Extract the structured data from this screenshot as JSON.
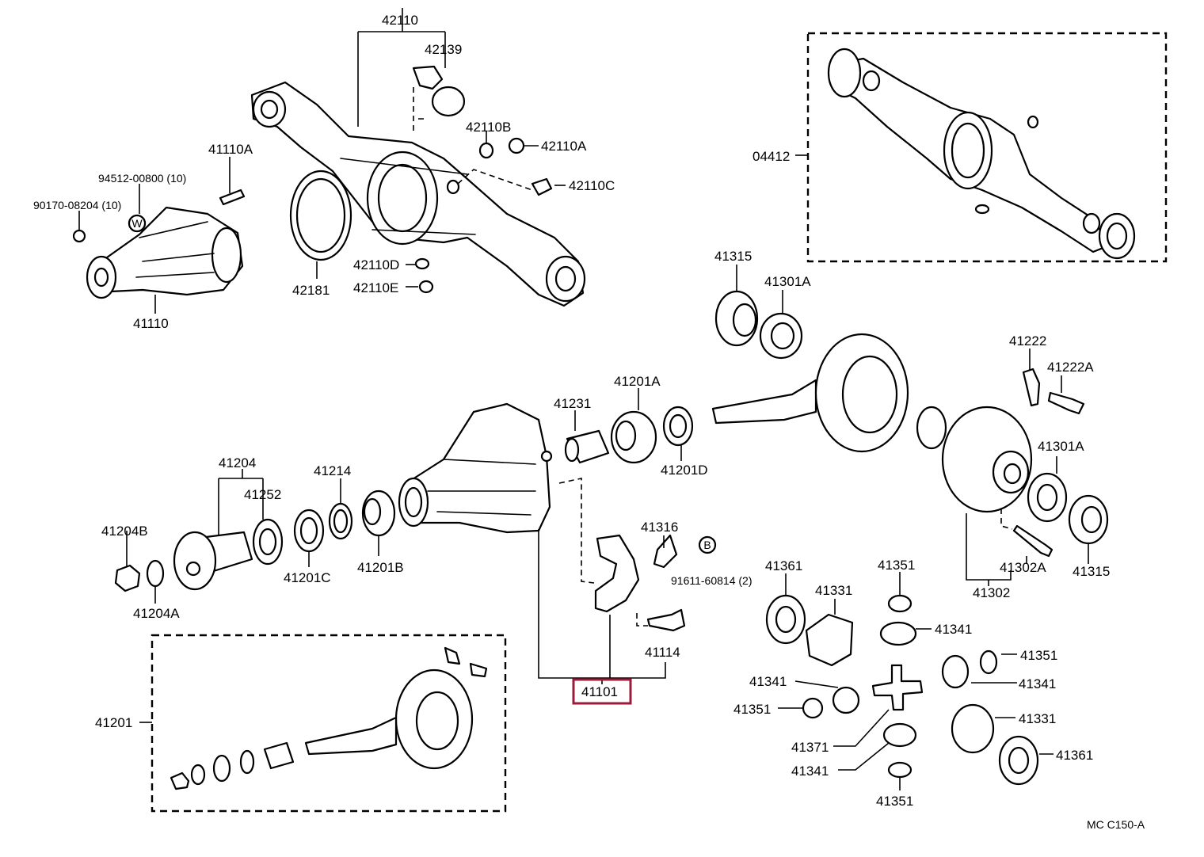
{
  "diagram_code": "MC  C150-A",
  "highlight": {
    "part": "41101",
    "color": "#9b1b3a"
  },
  "symbols": {
    "w": "W",
    "b": "B"
  },
  "labels": {
    "p42110": "42110",
    "p42139": "42139",
    "p42110B": "42110B",
    "p42110A": "42110A",
    "p42110C": "42110C",
    "p42110D": "42110D",
    "p42110E": "42110E",
    "p42181": "42181",
    "p41110A": "41110A",
    "p94512": "94512-00800 (10)",
    "p90170": "90170-08204 (10)",
    "p41110": "41110",
    "p04412": "04412",
    "p41315a": "41315",
    "p41301Aa": "41301A",
    "p41222": "41222",
    "p41222A": "41222A",
    "p41201A": "41201A",
    "p41231": "41231",
    "p41201D": "41201D",
    "p41204": "41204",
    "p41252": "41252",
    "p41214": "41214",
    "p41204B": "41204B",
    "p41201C": "41201C",
    "p41201B": "41201B",
    "p41204A": "41204A",
    "p41316": "41316",
    "p91611": "91611-60814 (2)",
    "p41361a": "41361",
    "p41331a": "41331",
    "p41351a": "41351",
    "p41341a": "41341",
    "p41301Ab": "41301A",
    "p41302A": "41302A",
    "p41315b": "41315",
    "p41302": "41302",
    "p41114": "41114",
    "p41101": "41101",
    "p41201": "41201",
    "p41341b": "41341",
    "p41351b": "41351",
    "p41351c": "41351",
    "p41341c": "41341",
    "p41331b": "41331",
    "p41371": "41371",
    "p41361b": "41361",
    "p41341d": "41341",
    "p41351d": "41351"
  }
}
